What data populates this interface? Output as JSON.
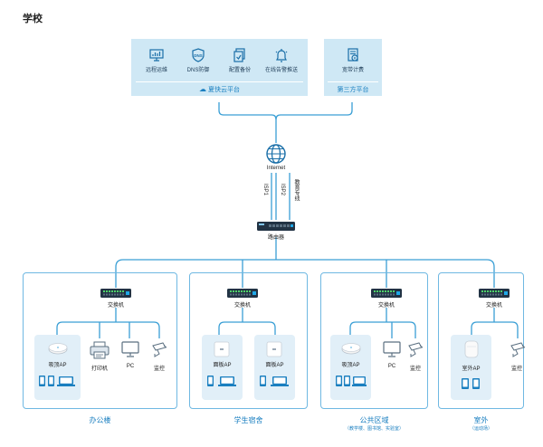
{
  "title": "学校",
  "cloud": {
    "services": [
      {
        "label": "远程运维",
        "icon": "monitor-icon"
      },
      {
        "label": "DNS防御",
        "icon": "dns-shield-icon"
      },
      {
        "label": "配置备份",
        "icon": "backup-icon"
      },
      {
        "label": "在线告警推送",
        "icon": "alert-icon"
      }
    ],
    "platform": "夏快云平台"
  },
  "third": {
    "service": {
      "label": "宽带计费",
      "icon": "billing-icon"
    },
    "platform": "第三方平台"
  },
  "internet": "Internet",
  "links": {
    "isp1": "ISP1",
    "isp2": "ISP2",
    "edu": "教育专线"
  },
  "router": "路由器",
  "switch_label": "交换机",
  "devices": {
    "ceiling_ap": "吸顶AP",
    "panel_ap": "面板AP",
    "outdoor_ap": "室外AP",
    "printer": "打印机",
    "pc": "PC",
    "camera": "监控"
  },
  "regions": [
    {
      "name": "办公楼",
      "sub": ""
    },
    {
      "name": "学生宿舍",
      "sub": ""
    },
    {
      "name": "公共区域",
      "sub": "（教学楼、图书馆、实验室）"
    },
    {
      "name": "室外",
      "sub": "（运动场）"
    }
  ],
  "colors": {
    "accent": "#1a7fc0",
    "line": "#3a9fd5",
    "panel": "#cfe8f5",
    "card": "#e1eff8"
  }
}
